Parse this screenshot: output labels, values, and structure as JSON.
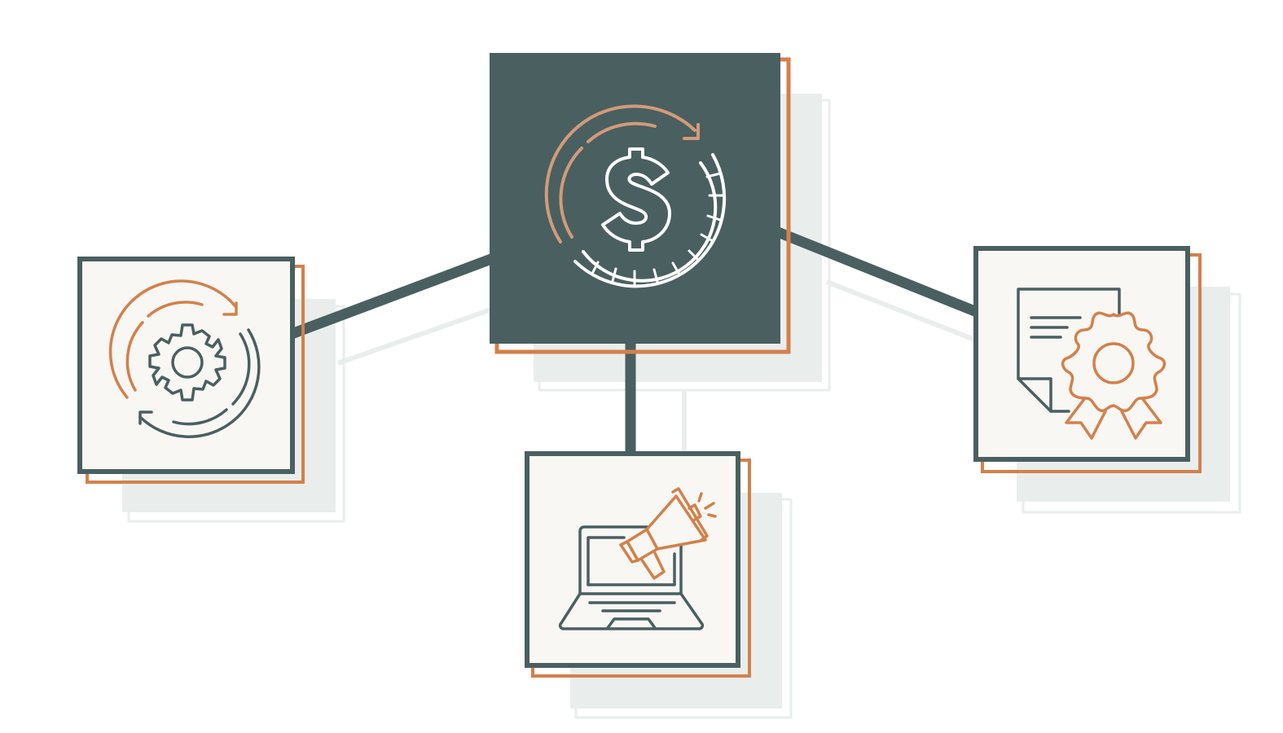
{
  "diagram": {
    "colors": {
      "dark": "#4a5f60",
      "accent": "#d4804a",
      "panel": "#f8f7f4",
      "shadow": "#e9eeed",
      "white": "#ffffff"
    },
    "hub": {
      "icon": "dollar-cycle-icon"
    },
    "nodes": [
      {
        "id": "process",
        "icon": "gear-cycle-icon"
      },
      {
        "id": "marketing",
        "icon": "laptop-megaphone-icon"
      },
      {
        "id": "certificate",
        "icon": "certificate-award-icon"
      }
    ]
  }
}
